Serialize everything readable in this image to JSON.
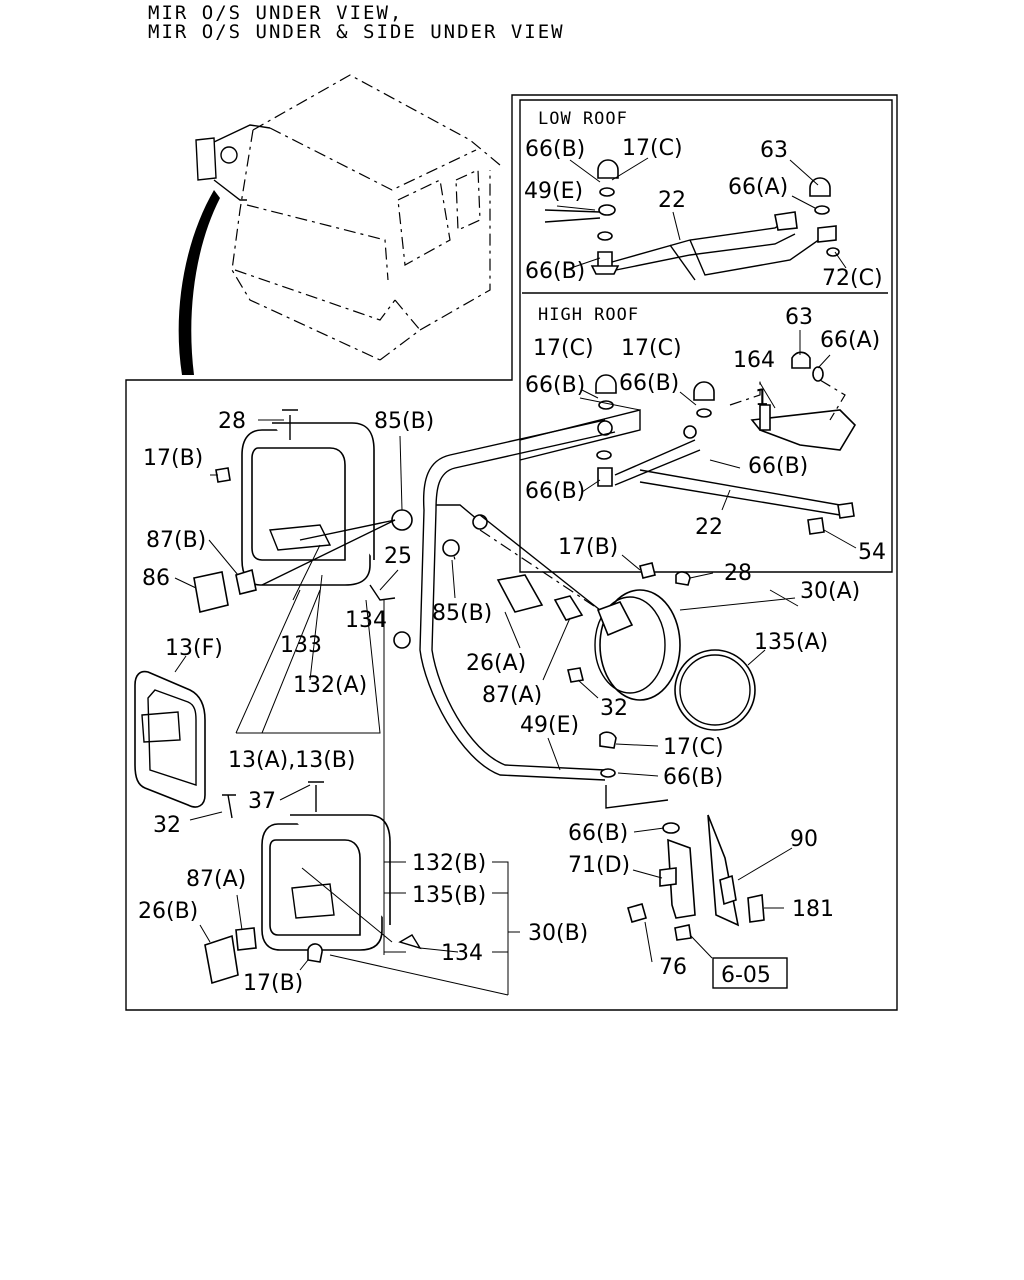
{
  "header": {
    "line1": "MIR O/S UNDER VIEW,",
    "line2": "MIR O/S UNDER & SIDE UNDER VIEW"
  },
  "sections": {
    "low_roof": "LOW ROOF",
    "high_roof": "HIGH ROOF"
  },
  "labels": {
    "lr_66b_top": "66(B)",
    "lr_17c": "17(C)",
    "lr_63": "63",
    "lr_49e": "49(E)",
    "lr_22": "22",
    "lr_66a": "66(A)",
    "lr_66b_bot": "66(B)",
    "lr_72c": "72(C)",
    "hr_63": "63",
    "hr_17c_a": "17(C)",
    "hr_17c_b": "17(C)",
    "hr_66a": "66(A)",
    "hr_164": "164",
    "hr_66b_a": "66(B)",
    "hr_66b_b": "66(B)",
    "hr_1": "1",
    "hr_66b_c": "66(B)",
    "hr_66b_d": "66(B)",
    "hr_22": "22",
    "hr_54": "54",
    "p28_a": "28",
    "p85b_a": "85(B)",
    "p17b_a": "17(B)",
    "p87b": "87(B)",
    "p25": "25",
    "p86": "86",
    "p133": "133",
    "p134_a": "134",
    "p85b_b": "85(B)",
    "p17b_b": "17(B)",
    "p28_b": "28",
    "p30a": "30(A)",
    "p26a": "26(A)",
    "p135a": "135(A)",
    "p87a_a": "87(A)",
    "p32_a": "32",
    "p13f": "13(F)",
    "p132a": "132(A)",
    "p13ab": "13(A),13(B)",
    "p49e": "49(E)",
    "p17c": "17(C)",
    "p66b_a": "66(B)",
    "p37": "37",
    "p32_b": "32",
    "p66b_b": "66(B)",
    "p90": "90",
    "p132b": "132(B)",
    "p71d": "71(D)",
    "p87a_b": "87(A)",
    "p135b": "135(B)",
    "p181": "181",
    "p26b": "26(B)",
    "p30b": "30(B)",
    "p134_b": "134",
    "p17b_c": "17(B)",
    "p76": "76",
    "p605": "6-05"
  }
}
